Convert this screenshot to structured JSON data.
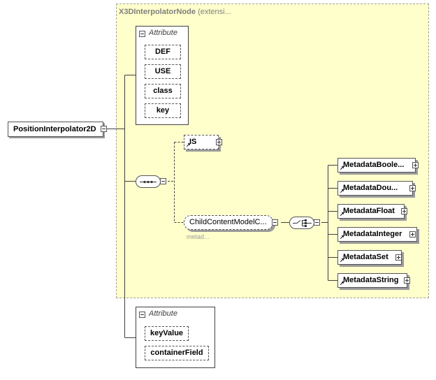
{
  "root": {
    "label": "PositionInterpolator2D"
  },
  "extension": {
    "base": "X3DInterpolatorNode",
    "suffix": "(extensi..."
  },
  "ext_attributes": {
    "header": "Attribute",
    "items": [
      "DEF",
      "USE",
      "class",
      "key"
    ]
  },
  "sequence": {
    "is_label": "IS",
    "group_label": "ChildContentModelC...",
    "group_sub": "metad..."
  },
  "metadata_choices": [
    "MetadataBoole...",
    "MetadataDou...",
    "MetadataFloat",
    "MetadataInteger",
    "MetadataSet",
    "MetadataString"
  ],
  "own_attributes": {
    "header": "Attribute",
    "items": [
      "keyValue",
      "containerField"
    ]
  }
}
